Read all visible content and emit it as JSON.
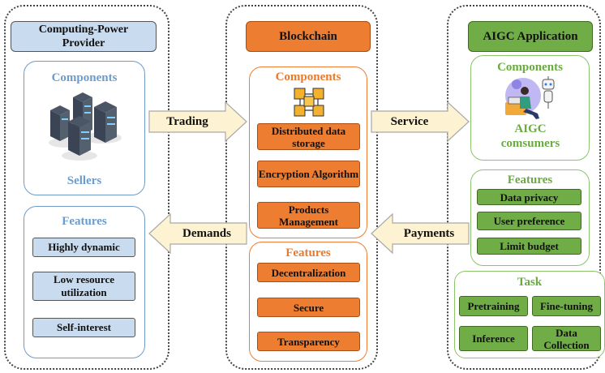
{
  "left": {
    "header": "Computing-Power Provider",
    "components_title": "Components",
    "components_caption": "Sellers",
    "features_title": "Features",
    "features": [
      "Highly dynamic",
      "Low resource utilization",
      "Self-interest"
    ]
  },
  "middle": {
    "header": "Blockchain",
    "components_title": "Components",
    "components": [
      "Distributed data storage",
      "Encryption Algorithm",
      "Products Management"
    ],
    "features_title": "Features",
    "features": [
      "Decentralization",
      "Secure",
      "Transparency"
    ]
  },
  "right": {
    "header": "AIGC Application",
    "components_title": "Components",
    "components_caption": "AIGC comsumers",
    "features_title": "Features",
    "features": [
      "Data privacy",
      "User preference",
      "Limit budget"
    ],
    "task_title": "Task",
    "tasks": [
      "Pretraining",
      "Fine-tuning",
      "Inference",
      "Data Collection"
    ]
  },
  "arrows": {
    "trading": "Trading",
    "demands": "Demands",
    "service": "Service",
    "payments": "Payments"
  },
  "icons": [
    "server-icon",
    "blockchain-cubes-icon",
    "ai-user-robot-icon"
  ],
  "colors": {
    "blue_box": "#c9dcef",
    "orange_box": "#ed7d31",
    "green_box": "#70ad47",
    "arrow_fill": "#fdf3d3"
  }
}
